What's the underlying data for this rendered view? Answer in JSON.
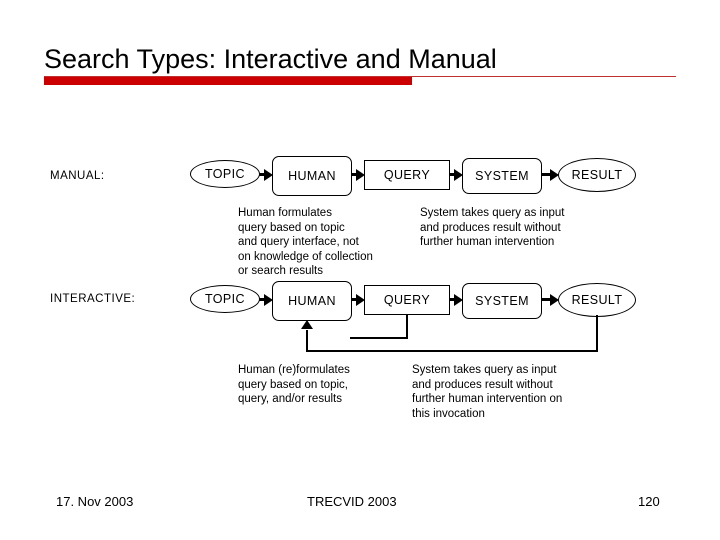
{
  "slide": {
    "title": "Search Types: Interactive and Manual",
    "accent_color": "#cc0000"
  },
  "diagram": {
    "rows": [
      {
        "label": "MANUAL:",
        "nodes": [
          {
            "text": "TOPIC",
            "shape": "oval"
          },
          {
            "text": "HUMAN",
            "shape": "roundrect"
          },
          {
            "text": "QUERY",
            "shape": "rect"
          },
          {
            "text": "SYSTEM",
            "shape": "roundrect"
          },
          {
            "text": "RESULT",
            "shape": "oval"
          }
        ],
        "captions": [
          "Human formulates\nquery based on topic\nand query interface, not\non knowledge of collection\nor search results",
          "System takes query as input\nand produces result without\nfurther human intervention"
        ]
      },
      {
        "label": "INTERACTIVE:",
        "nodes": [
          {
            "text": "TOPIC",
            "shape": "oval"
          },
          {
            "text": "HUMAN",
            "shape": "roundrect"
          },
          {
            "text": "QUERY",
            "shape": "rect"
          },
          {
            "text": "SYSTEM",
            "shape": "roundrect"
          },
          {
            "text": "RESULT",
            "shape": "oval"
          }
        ],
        "captions": [
          "Human (re)formulates\nquery based on topic,\nquery, and/or results",
          "System takes query as input\nand produces result without\nfurther human intervention on\nthis invocation"
        ]
      }
    ]
  },
  "footer": {
    "date": "17. Nov 2003",
    "center": "TRECVID 2003",
    "page": "120"
  }
}
